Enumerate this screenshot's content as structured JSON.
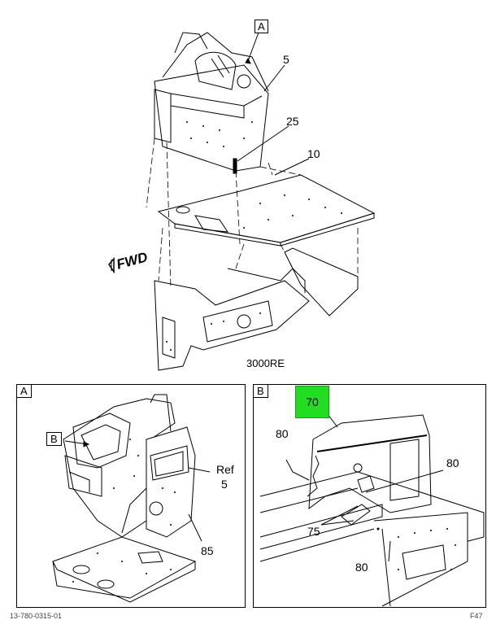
{
  "main": {
    "callout_box": "A",
    "labels": {
      "c5": "5",
      "c25": "25",
      "c10": "10",
      "fwd": "FWD",
      "code": "3000RE"
    }
  },
  "panel_a": {
    "title": "A",
    "callout_box": "B",
    "labels": {
      "ref": "Ref",
      "ref5": "5",
      "c85": "85"
    }
  },
  "panel_b": {
    "title": "B",
    "highlight": "70",
    "labels": {
      "c80a": "80",
      "c80b": "80",
      "c75": "75",
      "c80c": "80"
    }
  },
  "footer": {
    "left": "13-780-0315-01",
    "right": "F47"
  },
  "colors": {
    "highlight": "#22dd22",
    "line": "#000000"
  }
}
